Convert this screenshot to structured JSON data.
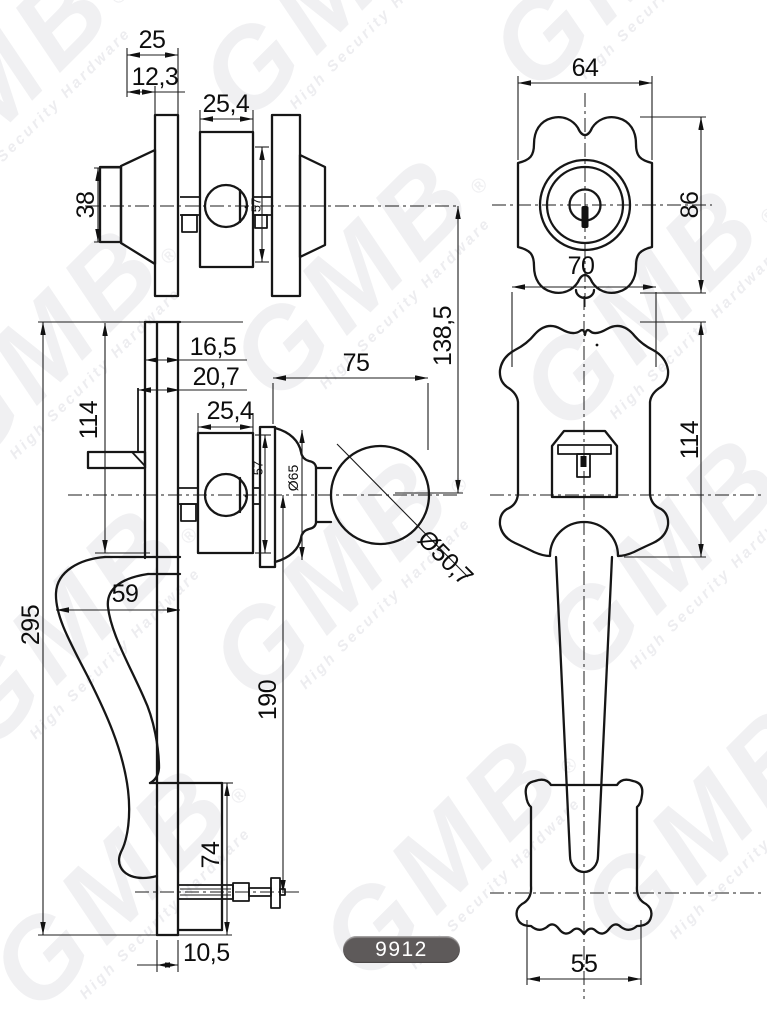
{
  "drawing": {
    "product_code": "9912",
    "watermark": {
      "brand": "GMB",
      "registered": "®",
      "tagline": "High Security Hardware"
    },
    "views": {
      "deadbolt_side": {
        "dims": {
          "width": "25",
          "inner_width": "12,3",
          "body_width": "25,4",
          "body_height": "57",
          "turn_height": "38"
        }
      },
      "cylinder_face": {
        "dims": {
          "width": "64",
          "height": "86",
          "lower_plate_width": "70"
        }
      },
      "handle_side": {
        "dims": {
          "plate_depth": "16,5",
          "latch_depth": "20,7",
          "body_width": "25,4",
          "body_height": "57",
          "rose_diameter": "Ø65",
          "knob_projection": "75",
          "center_distance": "138,5",
          "knob_diameter": "Ø50,7",
          "plate_height": "114",
          "grip_projection": "59",
          "total_height": "295",
          "grip_length": "190",
          "cap_height": "74",
          "plate_thickness": "10,5"
        }
      },
      "handle_front": {
        "dims": {
          "plate_height": "114",
          "cap_width": "55"
        }
      }
    }
  }
}
